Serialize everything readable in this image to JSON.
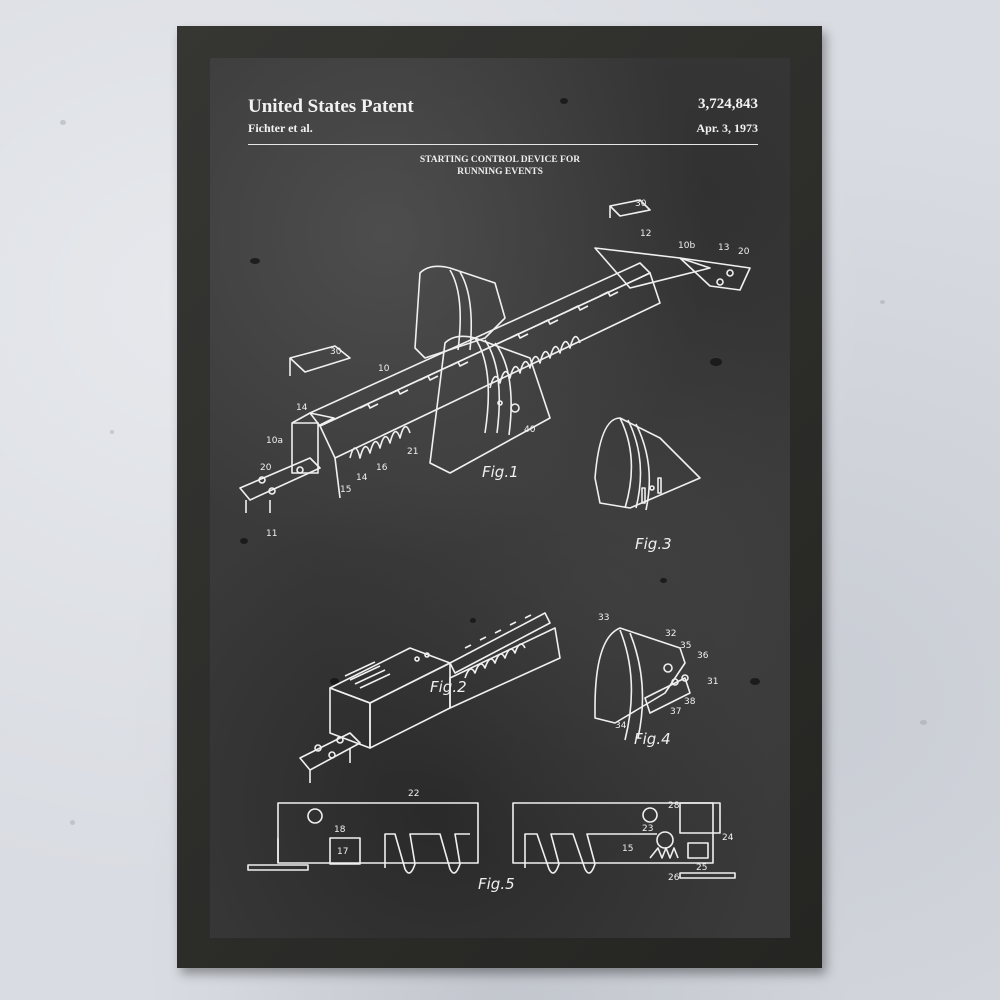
{
  "patent": {
    "header_title": "United States Patent",
    "patent_number": "3,724,843",
    "inventor": "Fichter et al.",
    "date": "Apr. 3, 1973",
    "subtitle_line1": "STARTING CONTROL DEVICE FOR",
    "subtitle_line2": "RUNNING EVENTS"
  },
  "figures": {
    "fig1": "Fig.1",
    "fig2": "Fig.2",
    "fig3": "Fig.3",
    "fig4": "Fig.4",
    "fig5": "Fig.5"
  },
  "reference_numerals": {
    "fig1": [
      "30",
      "12",
      "10b",
      "13",
      "20",
      "30",
      "10",
      "14",
      "10a",
      "20",
      "14",
      "16",
      "21",
      "15",
      "11",
      "40"
    ],
    "fig4": [
      "33",
      "32",
      "35",
      "36",
      "31",
      "38",
      "37",
      "34"
    ],
    "fig5": [
      "22",
      "18",
      "17",
      "28",
      "23",
      "15",
      "24",
      "25",
      "26"
    ]
  },
  "colors": {
    "wall": "#d9dce2",
    "frame": "#2b2b28",
    "chalkboard": "#3a3a3a",
    "line": "#f0f0f0"
  }
}
